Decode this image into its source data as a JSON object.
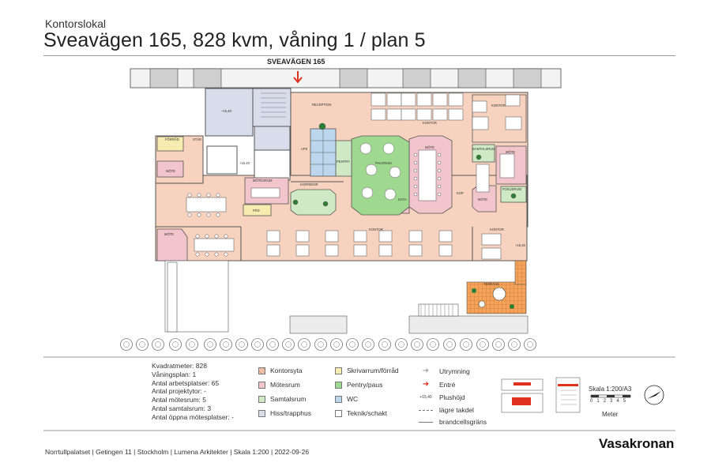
{
  "header": {
    "subtitle": "Kontorslokal",
    "title": "Sveavägen 165, 828 kvm, våning 1 / plan 5"
  },
  "plan": {
    "street_label": "SVEAVÄGEN 165",
    "rooms": {
      "reception": "RECEPTION",
      "kontor_top": "KONTOR",
      "kontor_top_right": "KONTOR",
      "kontor_bottom": "KONTOR",
      "kontor_right": "KONTOR",
      "mote_center": "MÖTE",
      "mote_right": "MÖTE",
      "mote_left": "MÖTE",
      "mote_bottom_left": "MÖTE",
      "mote_bottom_right": "MÖTE",
      "motesrum": "MÖTESRUM",
      "samtalsrum": "SAMTALSRUM",
      "fokusrum": "FOKUSRUM",
      "pausrum": "PAUSRUM",
      "pentry": "PENTRY",
      "korridor": "KORRIDOR",
      "forrad": "FÖRRÅD",
      "stad": "STÄD",
      "kopiering": "KOP",
      "apk": "APK",
      "fkt": "FRD",
      "data": "DATA",
      "terrass": "TERRASS",
      "level_a": "+15,40",
      "level_b": "+15,40",
      "level_c": "+15,40"
    }
  },
  "legend": {
    "stats": [
      "Kvadratmeter: 828",
      "Våningsplan: 1",
      "Antal arbetsplatser: 65",
      "Antal projektytor: -",
      "Antal mötesrum: 5",
      "Antal samtalsrum: 3",
      "Antal öppna mötesplatser: -"
    ],
    "colors": [
      {
        "label": "Kontorsyta",
        "color": "#f6d2bf"
      },
      {
        "label": "Mötesrum",
        "color": "#f2c4cc"
      },
      {
        "label": "Samtalsrum",
        "color": "#cfe9c4"
      },
      {
        "label": "Hiss/trapphus",
        "color": "#d9dcea"
      },
      {
        "label": "Skrivarrum/förråd",
        "color": "#f7ecb0"
      },
      {
        "label": "Pentry/paus",
        "color": "#9fd88f"
      },
      {
        "label": "WC",
        "color": "#bcd6ee"
      },
      {
        "label": "Teknik/schakt",
        "color": "#ffffff"
      }
    ],
    "symbols": [
      {
        "label": "Utrymning",
        "icon": "arrow-icon"
      },
      {
        "label": "Entré",
        "icon": "entry-arrow-icon"
      },
      {
        "label": "Plushöjd",
        "icon": "level-icon",
        "sample": "+15,40"
      },
      {
        "label": "lägre takdel",
        "icon": "dashed-line-icon"
      },
      {
        "label": "brandcellsgräns",
        "icon": "solid-line-icon"
      }
    ],
    "scale_text": "Skala 1:200/A3",
    "scale_ticks": [
      "0",
      "1",
      "2",
      "3",
      "4",
      "5"
    ],
    "scale_unit": "Meter"
  },
  "footer": {
    "text": "Norrtullpalatset  |  Getingen 11  |  Stockholm  |  Lumena Arkitekter  |  Skala 1:200  |  2022-09-26",
    "logo": "Vasakronan"
  }
}
